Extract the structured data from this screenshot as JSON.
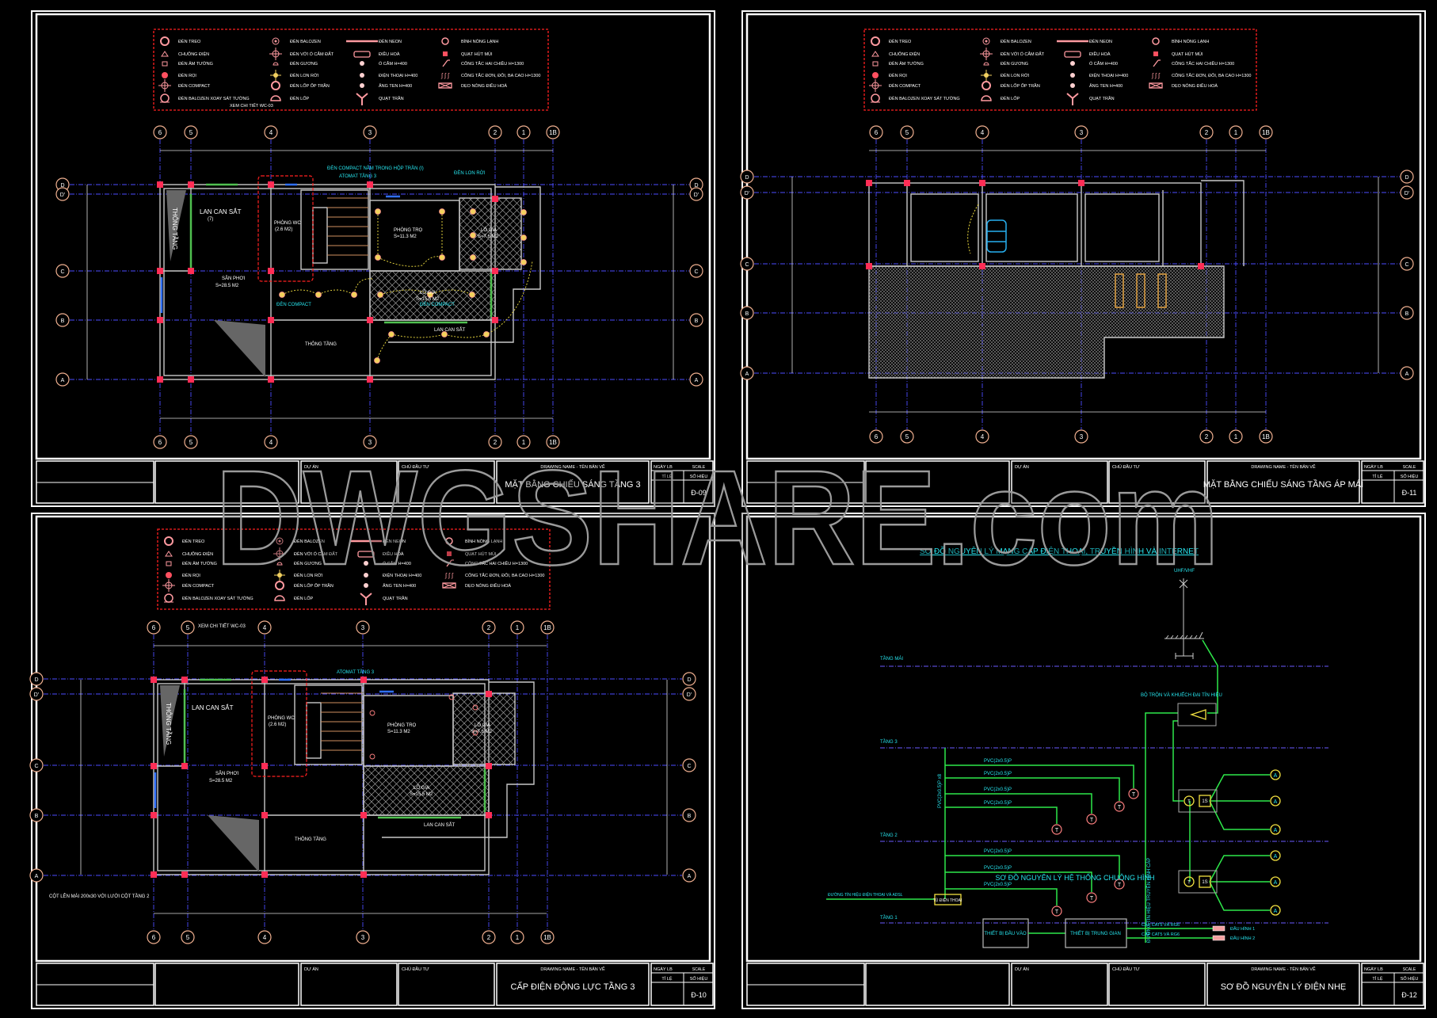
{
  "watermark": "DWGSHARE.com",
  "axes": {
    "columns": [
      "6",
      "5",
      "4",
      "3",
      "2",
      "1",
      "1B"
    ],
    "rows": [
      "D",
      "D'",
      "C",
      "B",
      "A"
    ]
  },
  "legend": {
    "note": "XEM CHI TIẾT WC-03",
    "items": [
      {
        "label": "ĐÈN TREO",
        "icon": "ring-icon"
      },
      {
        "label": "CHUÔNG ĐIỆN",
        "icon": "bell-icon"
      },
      {
        "label": "ĐÈN ÂM TƯỜNG",
        "icon": "wall-lamp-icon"
      },
      {
        "label": "ĐÈN RỌI",
        "icon": "spot-icon"
      },
      {
        "label": "ĐÈN COMPACT",
        "icon": "cross-circle-icon"
      },
      {
        "label": "ĐÈN BALOZEN XOAY SÁT TƯỜNG",
        "icon": "balozen-wall-icon"
      },
      {
        "label": "ĐÈN BALOZEN",
        "icon": "target-icon"
      },
      {
        "label": "ĐÈN VỚI Ổ CẮM ĐẤT",
        "icon": "cross-circle-icon"
      },
      {
        "label": "ĐÈN GƯƠNG",
        "icon": "mirror-lamp-icon"
      },
      {
        "label": "ĐÈN LON RỜI",
        "icon": "yellow-light-icon"
      },
      {
        "label": "ĐÈN LỐP ỐP TRẦN",
        "icon": "ring-icon"
      },
      {
        "label": "ĐÈN LỐP",
        "icon": "half-circle-icon"
      },
      {
        "label": "ĐÈN NEON",
        "icon": "neon-icon"
      },
      {
        "label": "ĐIỀU HOÀ",
        "icon": "ac-icon"
      },
      {
        "label": "Ổ CẮM H=400",
        "icon": "socket-icon"
      },
      {
        "label": "ĐIỆN THOẠI H=400",
        "icon": "phone-icon"
      },
      {
        "label": "ĂNG TEN H=400",
        "icon": "antenna-icon"
      },
      {
        "label": "QUẠT TRẦN",
        "icon": "fan-icon"
      },
      {
        "label": "BÌNH NÓNG LẠNH",
        "icon": "heater-icon"
      },
      {
        "label": "QUẠT HÚT MÙI",
        "icon": "exhaust-fan-icon"
      },
      {
        "label": "CÔNG TẮC HAI CHIỀU H=1300",
        "icon": "switch2-icon"
      },
      {
        "label": "CÔNG TẮC ĐƠN, ĐÔI, BA CAO H=1300",
        "icon": "switch-icon"
      },
      {
        "label": "DẸO NÓNG ĐIỀU HOÀ",
        "icon": "ac-box-icon"
      }
    ]
  },
  "title_block": {
    "project": "DỰ ÁN",
    "owner": "CHỦ ĐẦU TƯ",
    "drawing_name": "DRAWING NAME - TÊN BẢN VẼ",
    "date": "NGÀY LB",
    "scale_hdr": "SCALE",
    "scale": "TỈ LỆ",
    "sheet_no": "SỐ HIỆU"
  },
  "sheets": {
    "tl": {
      "title": "MẶT BẰNG CHIẾU SÁNG TẦNG 3",
      "number": "Đ-09"
    },
    "tr": {
      "title": "MẶT BẰNG CHIẾU SÁNG TẦNG ÁP MÁI",
      "number": "Đ-11"
    },
    "bl": {
      "title": "CẤP ĐIỆN ĐỘNG LỰC TẦNG 3",
      "number": "Đ-10"
    },
    "br": {
      "title": "SƠ ĐỒ NGUYÊN LÝ ĐIỆN NHẸ",
      "number": "Đ-12"
    }
  },
  "plan_tl": {
    "thong_tang": "THÔNG TẦNG",
    "lan_can": "LAN CAN SẮT",
    "lan_can_note": "(7)",
    "san_phoi": "SÂN PHƠI",
    "san_phoi_area": "S=28.5 M2",
    "wc": "PHÒNG WC",
    "wc_area": "(2.6 M2)",
    "phong_tro": "PHÒNG TRỌ",
    "phong_tro_area": "S=11.3 M2",
    "lo_gia": "LÔ GIA",
    "lo_gia_area": "S=7.6 M2",
    "lo_gia2": "LÔ GIA",
    "lo_gia2_area": "S=15.5 M2",
    "compact_box": "ĐÈN COMPACT NẰM TRONG HỘP TRẦN (I)",
    "atomat": "ATOMAT TẦNG 3",
    "lon_roi": "ĐÈN LON RỜI",
    "compact1": "ĐÈN COMPACT",
    "compact2": "ĐÈN COMPACT",
    "lan_can2": "LAN CAN SẮT",
    "thong_tang2": "THÔNG TẦNG"
  },
  "plan_bl": {
    "thong_tang": "THÔNG TẦNG",
    "lan_can": "LAN CAN SẮT",
    "san_phoi": "SÂN PHƠI",
    "san_phoi_area": "S=28.5 M2",
    "wc": "PHÒNG WC",
    "wc_area": "(2.6 M2)",
    "phong_tro": "PHÒNG TRỌ",
    "phong_tro_area": "S=11.3 M2",
    "lo_gia": "LÔ GIA",
    "lo_gia_area": "S=7.6 M2",
    "lo_gia2": "LÔ GIA",
    "lo_gia2_area": "S=15.5 M2",
    "atomat": "ATOMAT TẦNG 3",
    "lan_can2": "LAN CAN SẮT",
    "thong_tang2": "THÔNG TẦNG",
    "column_note": "CỘT LÊN MÁI 200x30 VỚI LƯỚI CỘT TẦNG 2"
  },
  "schematic": {
    "title": "SƠ ĐỒ NGUYÊN LÝ MẠNG CÁP ĐIỆN THOẠI, TRUYỀN HÌNH VÀ INTERNET",
    "antenna": "UHF/VHF",
    "floors": [
      "TẦNG MÁI",
      "TẦNG 3",
      "TẦNG 2",
      "TẦNG 1"
    ],
    "amplifier": "BỘ TRỘN VÀ KHUẾCH ĐẠI TÍN HIỆU",
    "riser": "PVC(2x0.5)P x8",
    "cables": [
      "PVC(2x0.5)P",
      "PVC(2x0.5)P",
      "PVC(2x0.5)P",
      "PVC(2x0.5)P",
      "PVC(2x0.5)P",
      "PVC(2x0.5)P",
      "PVC(2x0.5)P"
    ],
    "phone_box": "TỦ ĐIỆN THOẠI",
    "phone_line": "ĐƯỜNG TÍN HIỆU ĐIỆN THOẠI VÀ ADSL",
    "tv_line": "ĐƯỜNG TÍN HIỆU TRUYỀN HÌNH CÁP",
    "outlet_t": "T",
    "outlet_a": "A",
    "splitter": "1S",
    "bell_title": "SƠ ĐỒ NGUYÊN LÝ HỆ THỐNG CHUÔNG HÌNH",
    "input_device": "THIẾT BỊ ĐẦU VÀO",
    "middle_device": "THIẾT BỊ TRUNG GIAN",
    "cable1": "CÁP CAT5 VÀ RG6",
    "cable2": "CÁP CAT5 VÀ RG6",
    "screen1": "ĐẦU HÌNH 1",
    "screen2": "ĐẦU HÌNH 2"
  },
  "colors": {
    "axis": "#4b4bff",
    "column": "#ff2d55",
    "wire": "#2ee84a",
    "annotation": "#27e6f0",
    "legend_border": "#ff2020"
  }
}
